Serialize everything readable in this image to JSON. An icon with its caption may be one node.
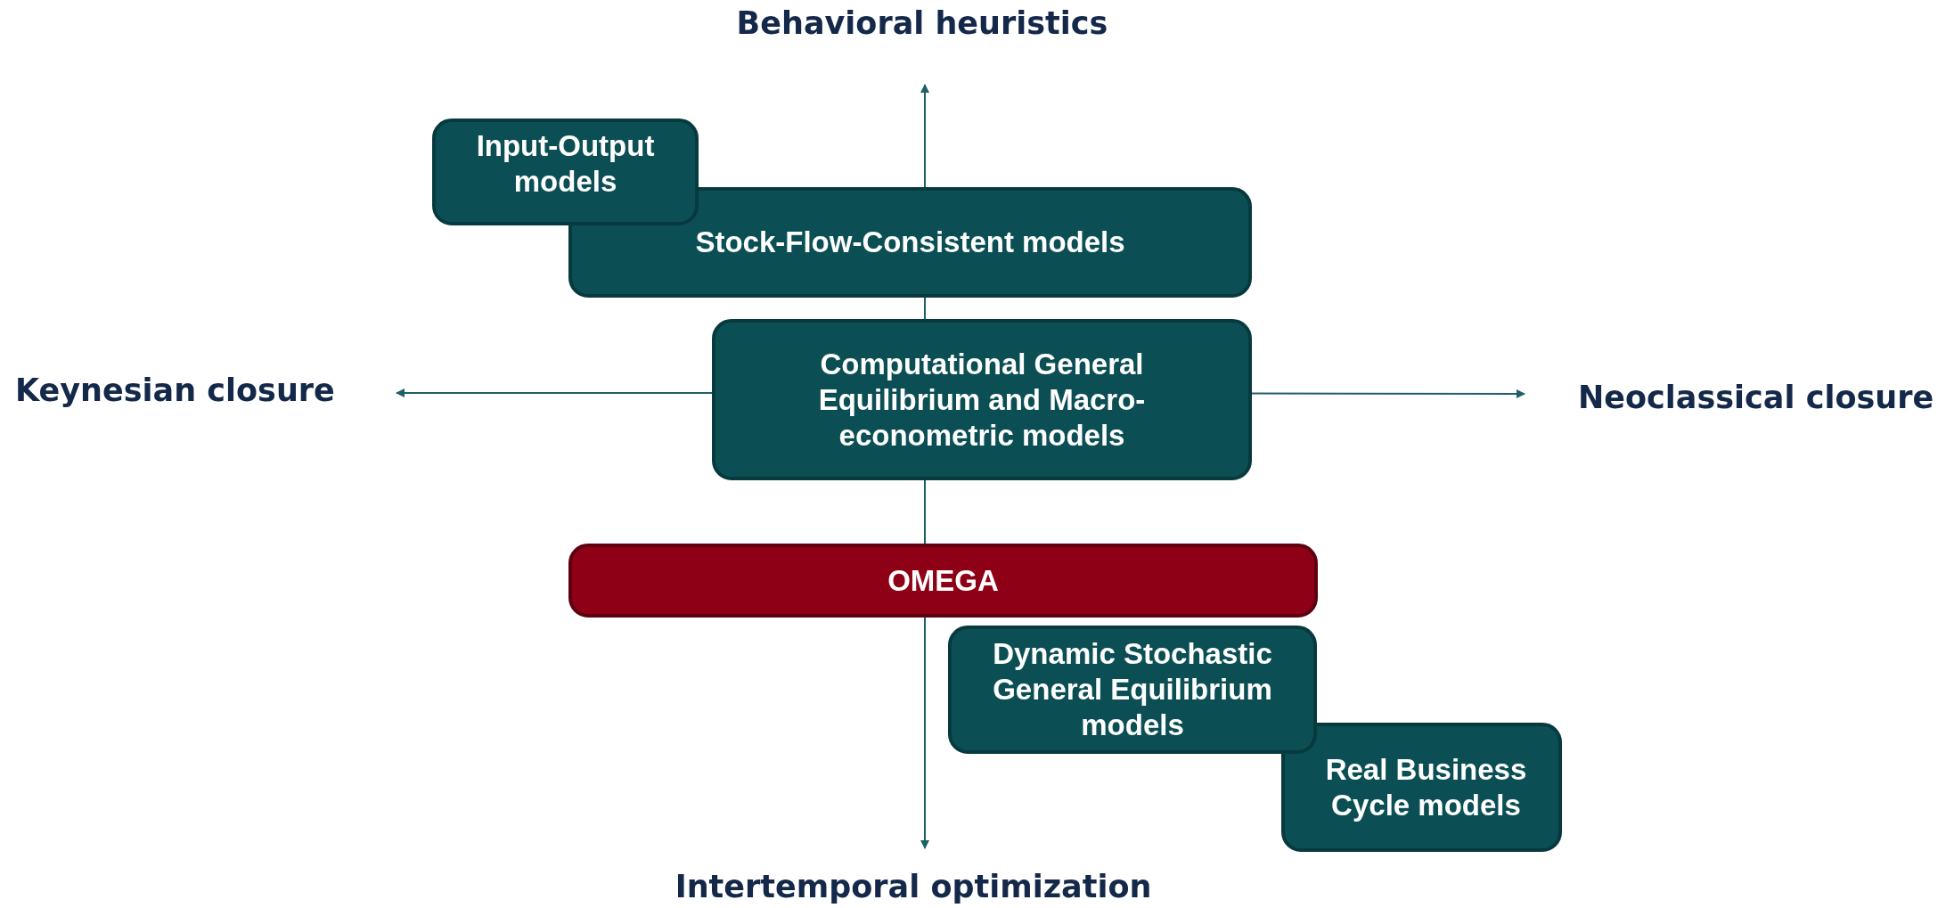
{
  "diagram": {
    "nodes": [
      {
        "text": [
          "Input-Output models"
        ]
      },
      {
        "text": [
          "Stock-Flow-Consistent models"
        ]
      },
      {
        "text": [
          "Computational General Equilibrium and Macro-econometric models"
        ]
      },
      {
        "text": [
          "OMEGA"
        ]
      },
      {
        "text": [
          "Dynamic Stochastic General Equilibrium models"
        ]
      },
      {
        "text": [
          "Real Business Cycle models"
        ]
      }
    ],
    "labels": [
      "Behavioral heuristics",
      "Keynesian closure",
      "Neoclassical closure",
      "Intertemporal optimization"
    ]
  }
}
